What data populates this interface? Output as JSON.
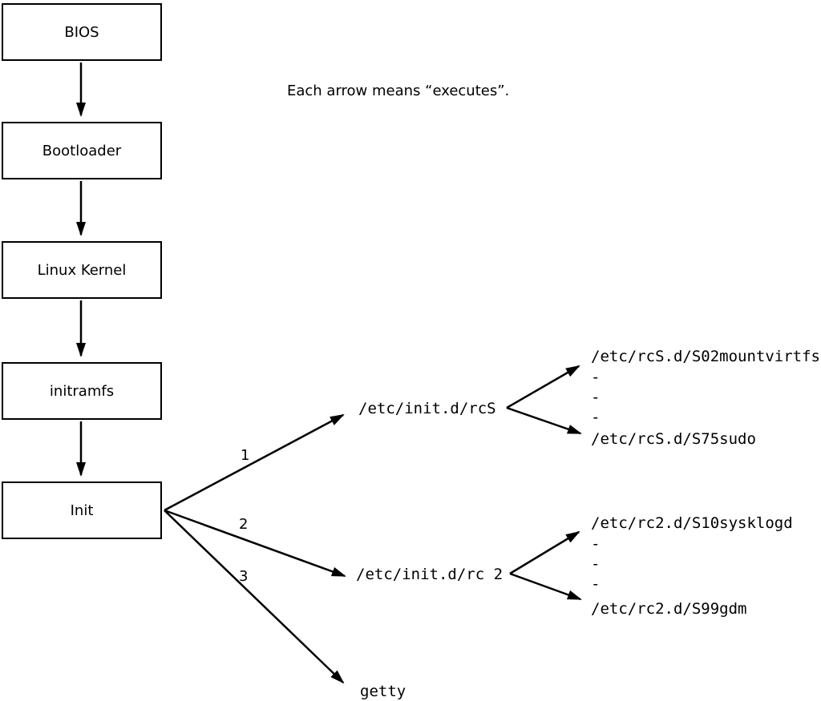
{
  "note": "Each arrow means “executes”.",
  "boxes": [
    {
      "label": "BIOS"
    },
    {
      "label": "Bootloader"
    },
    {
      "label": "Linux Kernel"
    },
    {
      "label": "initramfs"
    },
    {
      "label": "Init"
    }
  ],
  "branches": [
    {
      "number": "1",
      "target": "/etc/init.d/rcS"
    },
    {
      "number": "2",
      "target": "/etc/init.d/rc 2"
    },
    {
      "number": "3",
      "target": "getty"
    }
  ],
  "rcS_group": {
    "first": "/etc/rcS.d/S02mountvirtfs",
    "ellipsis": [
      "-",
      "-",
      "-"
    ],
    "last": "/etc/rcS.d/S75sudo"
  },
  "rc2_group": {
    "first": "/etc/rc2.d/S10sysklogd",
    "ellipsis": [
      "-",
      "-",
      "-"
    ],
    "last": "/etc/rc2.d/S99gdm"
  }
}
